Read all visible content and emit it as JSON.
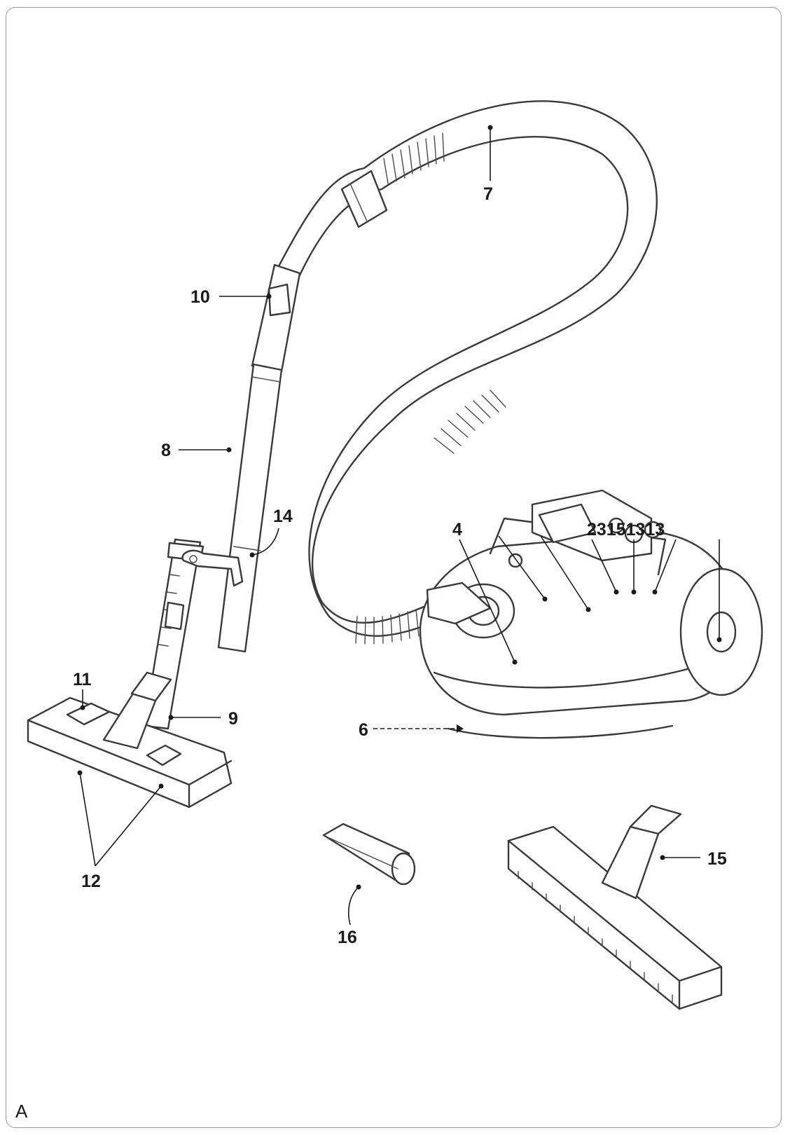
{
  "figure": {
    "label": "A"
  },
  "callouts": {
    "c7": "7",
    "c10": "10",
    "c8": "8",
    "c14": "14",
    "c4": "4",
    "c23151313": "23151313",
    "c11": "11",
    "c9": "9",
    "c6": "6",
    "c12": "12",
    "c16": "16",
    "c15": "15"
  }
}
